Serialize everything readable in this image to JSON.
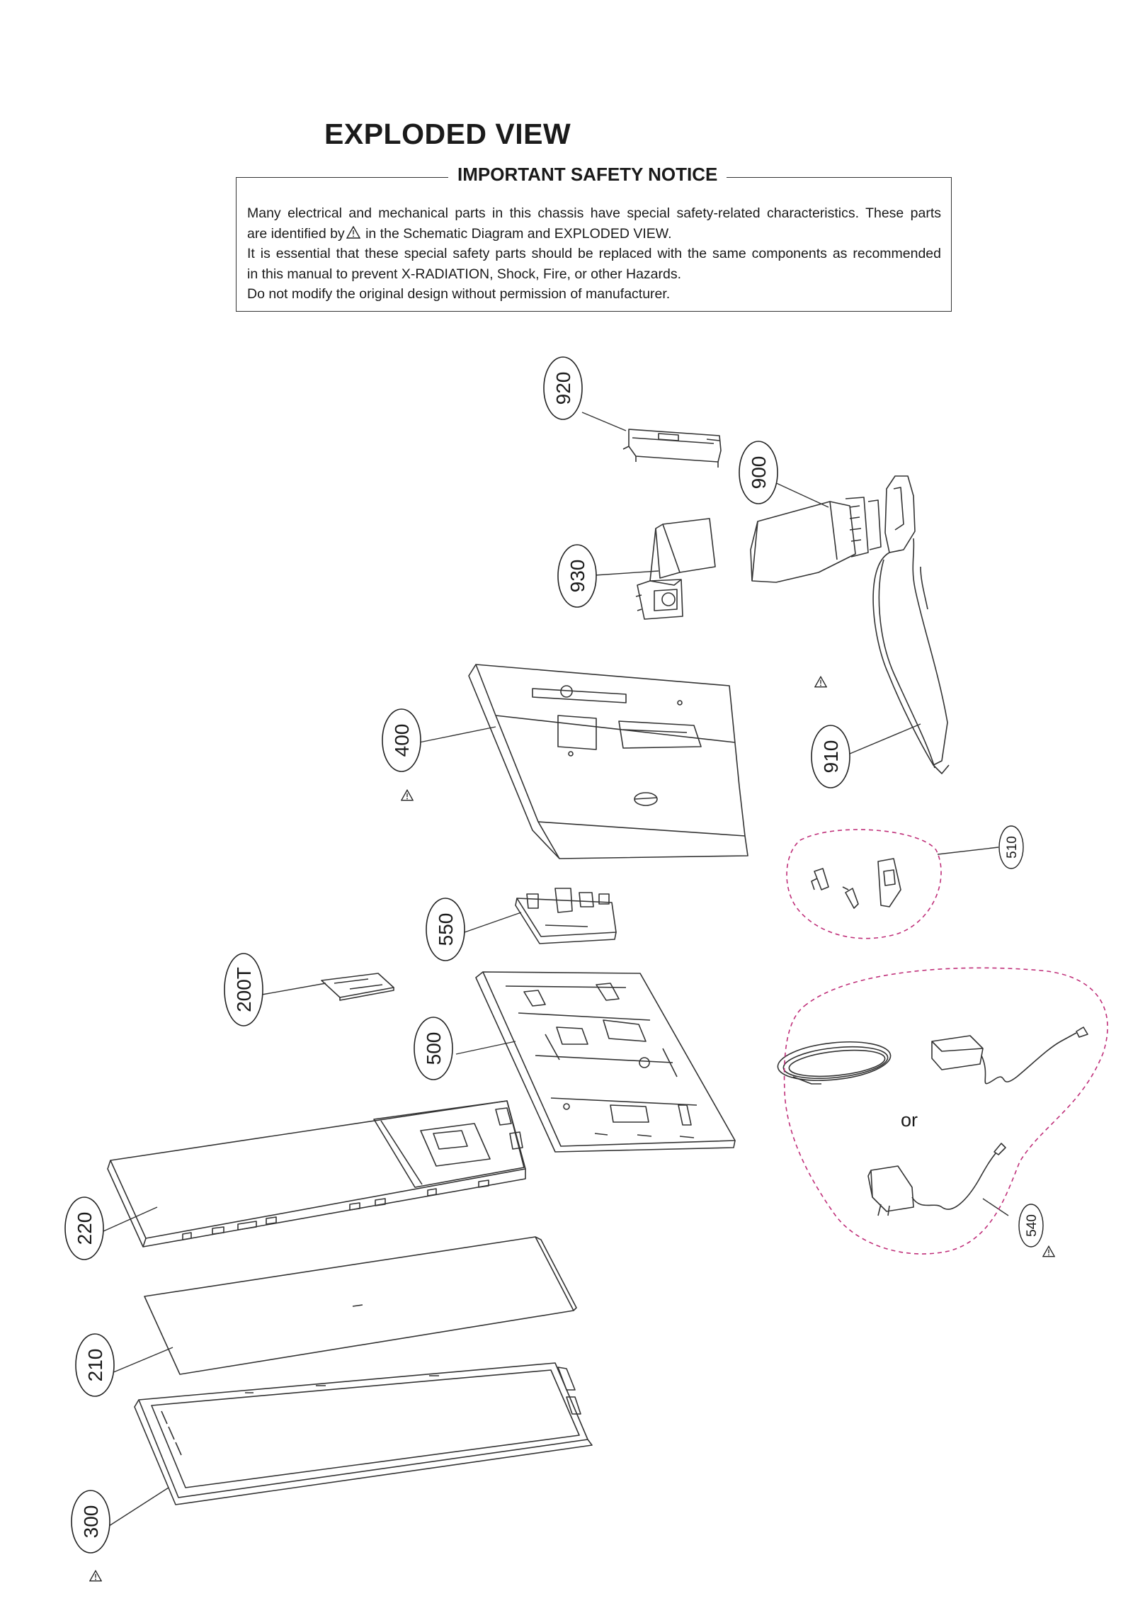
{
  "page": {
    "title": "EXPLODED VIEW"
  },
  "notice": {
    "heading": "IMPORTANT SAFETY NOTICE",
    "line1": "Many electrical and mechanical parts in this chassis have special safety-related characteristics. These parts",
    "line2_pre": "are identified by",
    "line2_post": " in the Schematic Diagram and EXPLODED VIEW.",
    "line3": "It is essential that these special safety parts should be replaced with the same components as recommended",
    "line4": "in this manual to prevent X-RADIATION, Shock, Fire, or other Hazards.",
    "line5": "Do not modify the original design without permission of manufacturer."
  },
  "callouts": {
    "p920": "920",
    "p900": "900",
    "p930": "930",
    "p910": "910",
    "p400": "400",
    "p510": "510",
    "p550": "550",
    "p200T": "200T",
    "p500": "500",
    "p220": "220",
    "p540": "540",
    "p210": "210",
    "p300": "300"
  },
  "adapter_alternative_label": "or",
  "colors": {
    "line": "#333333",
    "dashed_group": "#c0307a"
  },
  "icons": {
    "safety_mark": "warning-triangle-icon"
  }
}
